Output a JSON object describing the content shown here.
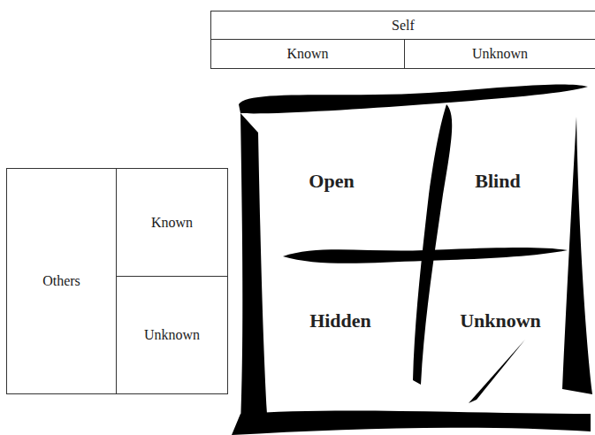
{
  "diagram": {
    "nodes": [
      {
        "text": [
          "Self"
        ]
      },
      {
        "text": [
          "Known"
        ]
      },
      {
        "text": [
          "Unknown"
        ]
      },
      {
        "text": [
          "Others"
        ]
      },
      {
        "text": [
          "Known"
        ]
      },
      {
        "text": [
          "Unknown"
        ]
      }
    ],
    "labels": [
      "Open",
      "Blind",
      "Hidden",
      "Unknown"
    ]
  }
}
